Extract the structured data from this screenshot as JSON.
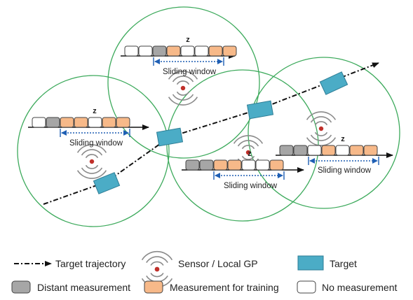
{
  "colors": {
    "coverage_circle": "#3daa5c",
    "target_fill": "#4bacc6",
    "target_stroke": "#2e7d95",
    "distant_fill": "#a6a6a6",
    "training_fill": "#f7b989",
    "no_measurement_fill": "#ffffff",
    "window_arrow": "#1f5fb4",
    "sensor_dot": "#c0302a",
    "sensor_arcs": "#8a8a8a",
    "trajectory": "#111111"
  },
  "icons": {
    "sensor": "sensor-wave-icon",
    "target": "target-rectangle-icon"
  },
  "diagram": {
    "window_label": "Sliding window",
    "z_label": "z",
    "sensor_nodes": [
      {
        "cells": [
          "none",
          "distant",
          "training",
          "training",
          "none",
          "training",
          "training"
        ],
        "window": "Sliding window",
        "z": "z"
      },
      {
        "cells": [
          "none",
          "none",
          "distant",
          "training",
          "none",
          "none",
          "training",
          "training"
        ],
        "window": "Sliding window",
        "z": "z"
      },
      {
        "cells": [
          "distant",
          "distant",
          "training",
          "training",
          "none",
          "none",
          "training"
        ],
        "window": "Sliding window",
        "z": "z"
      },
      {
        "cells": [
          "distant",
          "distant",
          "none",
          "training",
          "none",
          "training",
          "training"
        ],
        "window": "Sliding window",
        "z": "z"
      }
    ]
  },
  "legend": {
    "trajectory": "Target trajectory",
    "sensor": "Sensor / Local GP",
    "target": "Target",
    "distant": "Distant measurement",
    "training": "Measurement for training",
    "none": "No measurement"
  }
}
